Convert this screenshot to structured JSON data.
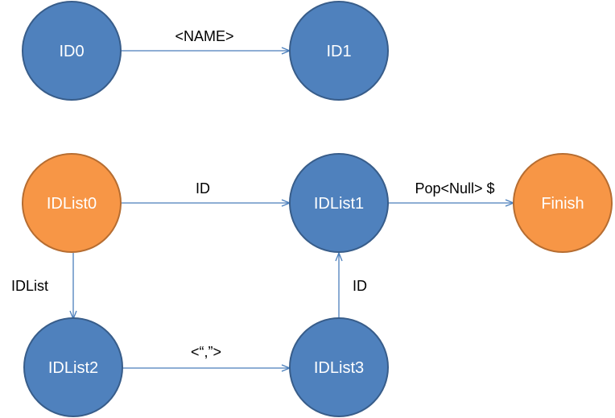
{
  "colors": {
    "blue_fill": "#4f81bd",
    "blue_stroke": "#385d8a",
    "orange_fill": "#f79646",
    "orange_stroke": "#b66d31",
    "edge": "#4a7ebb",
    "node_text": "#ffffff",
    "edge_text": "#000000"
  },
  "nodes": {
    "id0": {
      "label": "ID0",
      "color": "blue"
    },
    "id1": {
      "label": "ID1",
      "color": "blue"
    },
    "idlist0": {
      "label": "IDList0",
      "color": "orange"
    },
    "idlist1": {
      "label": "IDList1",
      "color": "blue"
    },
    "finish": {
      "label": "Finish",
      "color": "orange"
    },
    "idlist2": {
      "label": "IDList2",
      "color": "blue"
    },
    "idlist3": {
      "label": "IDList3",
      "color": "blue"
    }
  },
  "edges": {
    "id0_id1": {
      "from": "ID0",
      "to": "ID1",
      "label": "<NAME>"
    },
    "idlist0_idlist1": {
      "from": "IDList0",
      "to": "IDList1",
      "label": "ID"
    },
    "idlist1_finish": {
      "from": "IDList1",
      "to": "Finish",
      "label": "Pop<Null> $"
    },
    "idlist0_idlist2": {
      "from": "IDList0",
      "to": "IDList2",
      "label": "IDList"
    },
    "idlist2_idlist3": {
      "from": "IDList2",
      "to": "IDList3",
      "label": "<“,”>"
    },
    "idlist3_idlist1": {
      "from": "IDList3",
      "to": "IDList1",
      "label": "ID"
    }
  }
}
